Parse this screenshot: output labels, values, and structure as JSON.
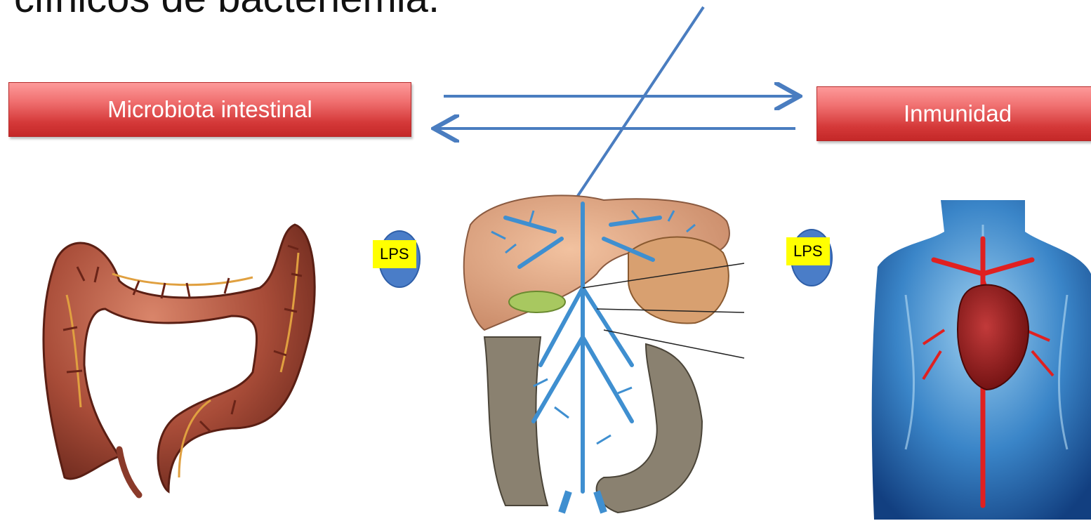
{
  "header": {
    "title_fragment": "clínicos de bacteriemia."
  },
  "boxes": {
    "microbiota": "Microbiota intestinal",
    "inmunidad": "Inmunidad"
  },
  "markers": {
    "left_lps": "LPS",
    "right_lps": "LPS"
  },
  "colors": {
    "arrow": "#4a7dc0",
    "box_fill": "#e25252",
    "lps_bg": "#ffff00",
    "vein_blue": "#3f8fd0",
    "artery_red": "#e02020"
  }
}
